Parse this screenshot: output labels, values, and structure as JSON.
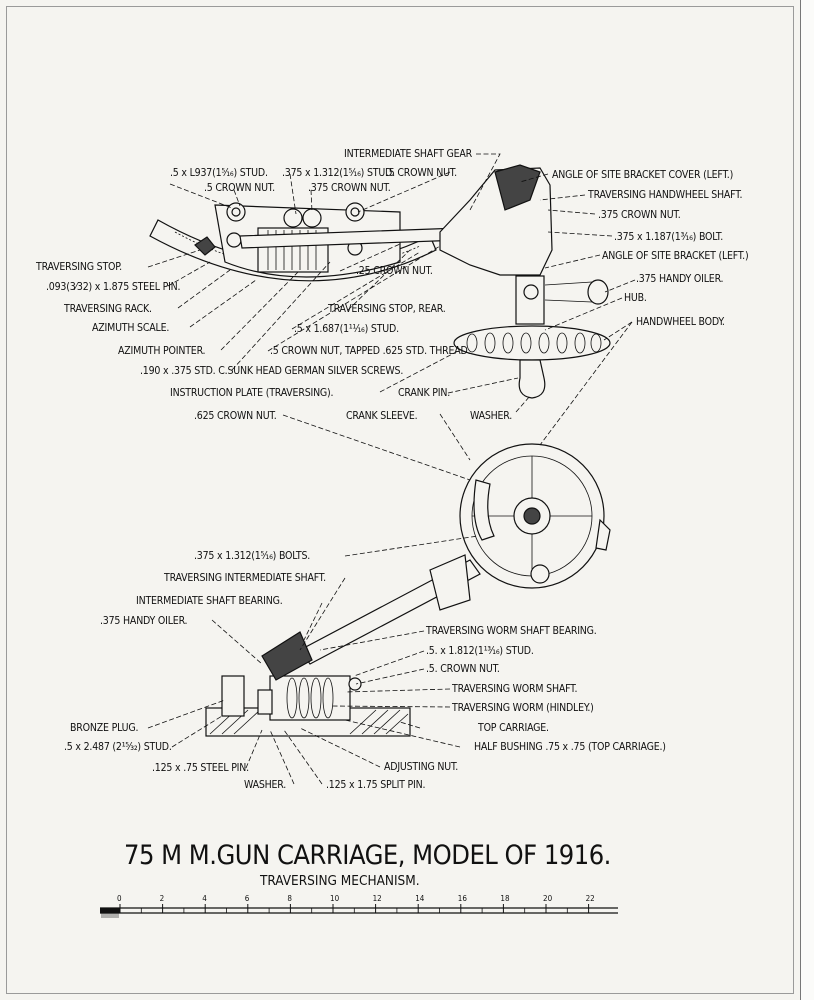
{
  "title": "75 M M.GUN CARRIAGE, MODEL OF 1916.",
  "subtitle": "TRAVERSING MECHANISM.",
  "scale_ticks": [
    "0",
    "2",
    "4",
    "6",
    "8",
    "10",
    "12",
    "14",
    "16",
    "18",
    "20",
    "22"
  ],
  "upper_labels": {
    "intermediate_shaft_gear": "INTERMEDIATE SHAFT GEAR",
    "stud_1937": ".5 x L937(1⁵⁄₁₆) STUD.",
    "stud_375_1312": ".375 x 1.312(1⁵⁄₁₆) STUD.",
    "crown_nut_5a": ".5 CROWN NUT.",
    "crown_nut_5b": ".5 CROWN NUT.",
    "crown_nut_375": ".375 CROWN NUT.",
    "angle_bracket_cover": "ANGLE OF SITE BRACKET COVER (LEFT.)",
    "traversing_handwheel_shaft": "TRAVERSING HANDWHEEL SHAFT.",
    "crown_nut_375_r": ".375 CROWN NUT.",
    "bolt_375_1187": ".375 x 1.187(1³⁄₁₆) BOLT.",
    "angle_bracket_left": "ANGLE OF SITE BRACKET (LEFT.)",
    "handy_oiler_375": ".375 HANDY OILER.",
    "hub": "HUB.",
    "handwheel_body": "HANDWHEEL BODY.",
    "traversing_stop": "TRAVERSING STOP.",
    "steel_pin": ".093(3⁄32) x 1.875 STEEL PIN.",
    "traversing_rack": "TRAVERSING RACK.",
    "azimuth_scale": "AZIMUTH SCALE.",
    "azimuth_pointer": "AZIMUTH POINTER.",
    "screws": ".190 x .375 STD. C.SUNK HEAD GERMAN SILVER SCREWS.",
    "instruction_plate": "INSTRUCTION PLATE (TRAVERSING).",
    "crown_nut_625": ".625 CROWN NUT.",
    "crown_nut_25": ".25 CROWN NUT.",
    "traversing_stop_rear": "TRAVERSING STOP, REAR.",
    "stud_5_1687": ".5 x 1.687(1¹¹⁄₁₆) STUD.",
    "crown_nut_tapped": ".5 CROWN NUT, TAPPED .625 STD. THREAD.",
    "crank_pin": "CRANK PIN.",
    "crank_sleeve": "CRANK SLEEVE.",
    "washer": "WASHER."
  },
  "lower_labels": {
    "bolts_375": ".375 x 1.312(1⁵⁄₁₆) BOLTS.",
    "traversing_intermediate_shaft": "TRAVERSING INTERMEDIATE SHAFT.",
    "intermediate_shaft_bearing": "INTERMEDIATE SHAFT BEARING.",
    "handy_oiler_375": ".375 HANDY OILER.",
    "worm_shaft_bearing": "TRAVERSING WORM SHAFT BEARING.",
    "stud_5_1812": ".5. x 1.812(1¹³⁄₁₆) STUD.",
    "crown_nut_5": ".5. CROWN NUT.",
    "worm_shaft": "TRAVERSING WORM SHAFT.",
    "worm_hindley": "TRAVERSING WORM (HINDLEY.)",
    "top_carriage": "TOP CARRIAGE.",
    "half_bushing": "HALF BUSHING .75 x .75 (TOP CARRIAGE.)",
    "bronze_plug": "BRONZE PLUG.",
    "stud_5_2487": ".5 x 2.487 (2¹⁵⁄₃₂) STUD.",
    "steel_pin_125": ".125 x .75 STEEL PIN.",
    "adjusting_nut": "ADJUSTING NUT.",
    "washer": "WASHER.",
    "split_pin": ".125 x 1.75 SPLIT PIN."
  }
}
